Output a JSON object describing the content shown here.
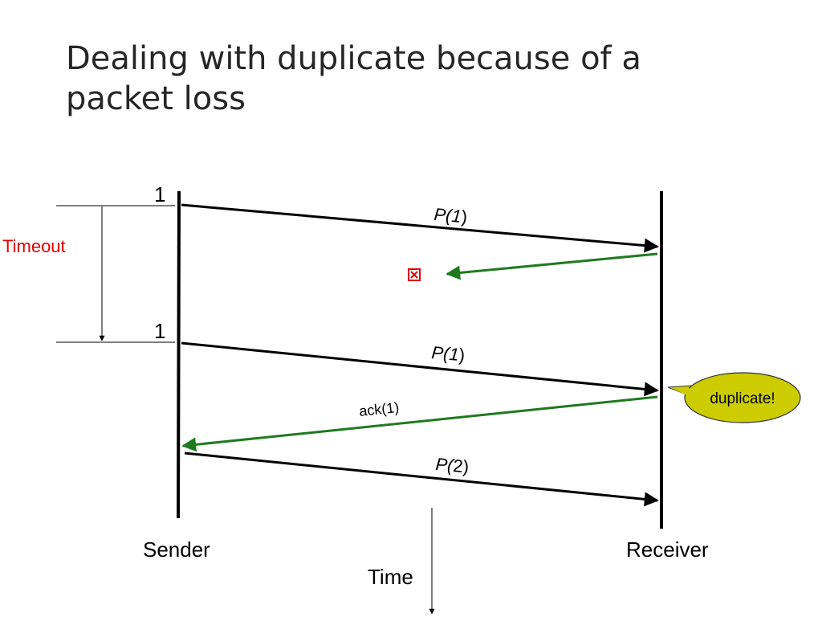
{
  "slide": {
    "title": "Dealing with duplicate because of a packet loss"
  },
  "diagram": {
    "sender_label": "Sender",
    "receiver_label": "Receiver",
    "time_label": "Time",
    "timeout_label": "Timeout",
    "seq_marks": [
      "1",
      "1"
    ],
    "messages": [
      {
        "label_prefix": "P(",
        "label_arg": "1",
        "label_suffix": ")",
        "direction": "sender-to-receiver",
        "lost": false
      },
      {
        "label": "",
        "direction": "receiver-to-sender",
        "lost": true
      },
      {
        "label_prefix": "P(",
        "label_arg": "1",
        "label_suffix": ")",
        "direction": "sender-to-receiver",
        "lost": false
      },
      {
        "label": "ack(1)",
        "direction": "receiver-to-sender",
        "lost": false
      },
      {
        "label_prefix": "P(",
        "label_arg": "2",
        "label_suffix": ")",
        "direction": "sender-to-receiver",
        "lost": false
      }
    ],
    "callout_text": "duplicate!",
    "colors": {
      "data_arrow": "#000000",
      "ack_arrow": "#1f7a1f",
      "timeout_text": "#e00000",
      "loss_marker": "#e00000",
      "callout_fill": "#cccc00",
      "title_text": "#262626"
    }
  }
}
